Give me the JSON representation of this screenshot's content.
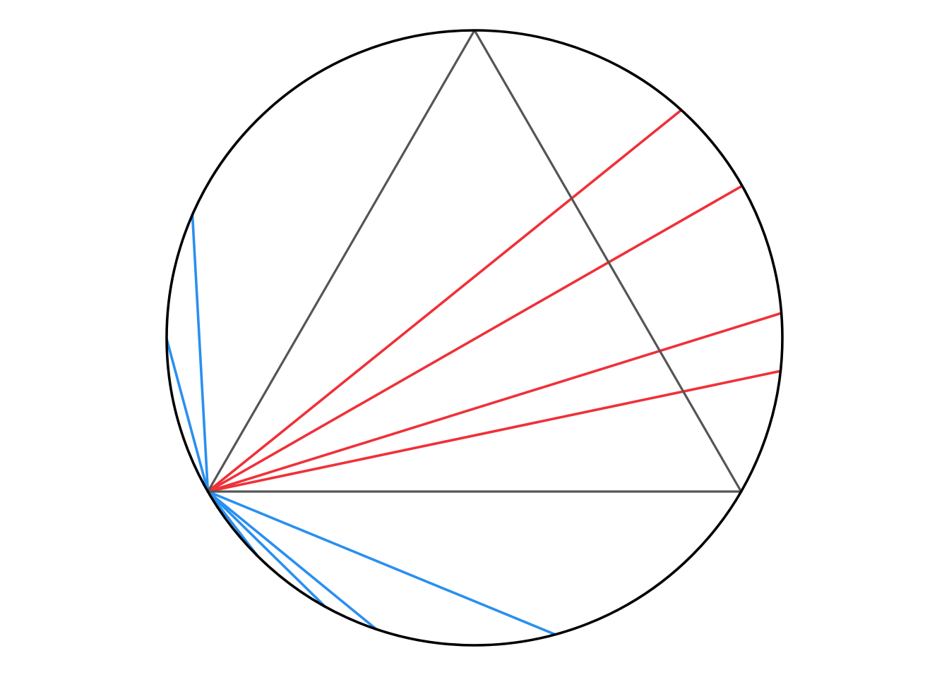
{
  "figure": {
    "circle_color": "#000000",
    "triangle_color": "#555555",
    "long_chord_color": "#f03038",
    "short_chord_color": "#2a8ff0",
    "long_chords": [
      {
        "angle_deg": 38.9
      },
      {
        "angle_deg": 29.8
      },
      {
        "angle_deg": 17.3
      },
      {
        "angle_deg": 11.9
      }
    ],
    "short_chords": [
      {
        "angle_deg": 93.2
      },
      {
        "angle_deg": 105.1
      },
      {
        "angle_deg": -22.4
      },
      {
        "angle_deg": -39.3
      },
      {
        "angle_deg": -44.5
      },
      {
        "angle_deg": -52.4
      }
    ]
  }
}
